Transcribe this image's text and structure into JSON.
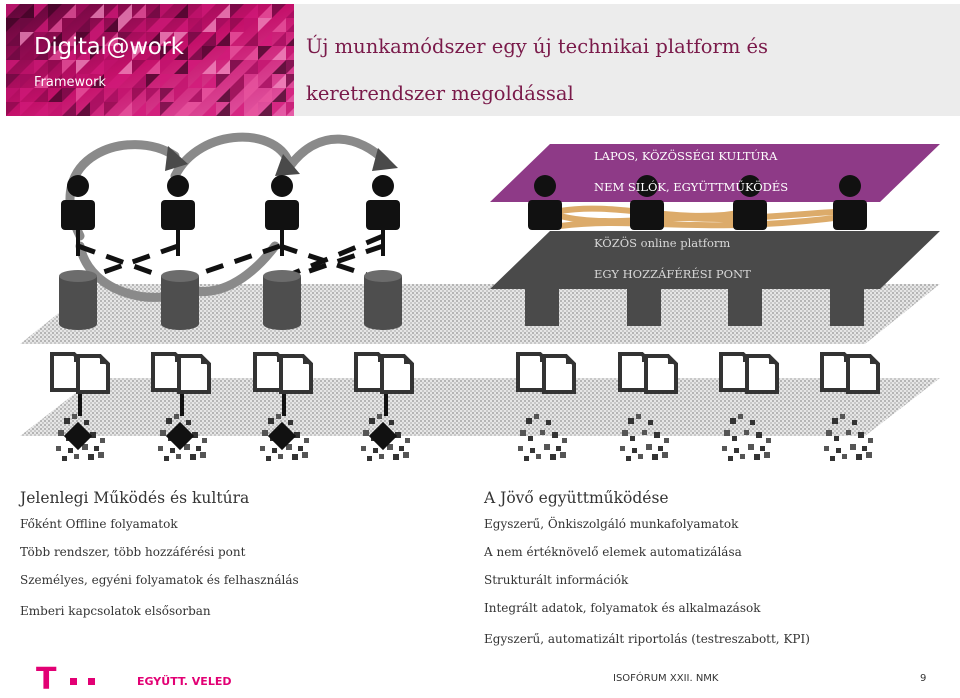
{
  "brand": {
    "title": "Digital@work",
    "subtitle": "Framework"
  },
  "header": {
    "line1": "Új munkamódszer egy új technikai platform és",
    "line2": "keretrendszer megoldással"
  },
  "diagram_right": {
    "culture_line1": "LAPOS, KÖZÖSSÉGI KULTÚRA",
    "culture_line2": "NEM SILÓK, EGYÜTTMŰKÖDÉS",
    "platform_line1": "KÖZÖS online platform",
    "platform_line2": "EGY HOZZÁFÉRÉSI PONT"
  },
  "colors": {
    "brand": "#e20074",
    "culture_band": "#8e3a87",
    "platform_band": "#4a4a4a",
    "header_text": "#7a1a4a"
  },
  "current": {
    "title": "Jelenlegi Működés és kultúra",
    "items": [
      "Főként Offline folyamatok",
      "Több rendszer, több hozzáférési pont",
      "Személyes, egyéni folyamatok és felhasználás",
      "Emberi kapcsolatok elsősorban"
    ]
  },
  "future": {
    "title": "A Jövő együttműködése",
    "items": [
      "Egyszerű, Önkiszolgáló munkafolyamatok",
      "A nem értéknövelő elemek automatizálása",
      "Strukturált információk",
      "Integrált adatok, folyamatok és alkalmazások",
      "Egyszerű, automatizált riportolás (testreszabott, KPI)"
    ]
  },
  "footer": {
    "logo_mark": "T",
    "slogan": "EGYÜTT. VELED",
    "event": "ISOFÓRUM XXII. NMK",
    "page_number": "9"
  },
  "icons": [
    "person-icon",
    "database-icon",
    "document-icon",
    "data-cluster-icon",
    "curved-arrow-icon"
  ]
}
